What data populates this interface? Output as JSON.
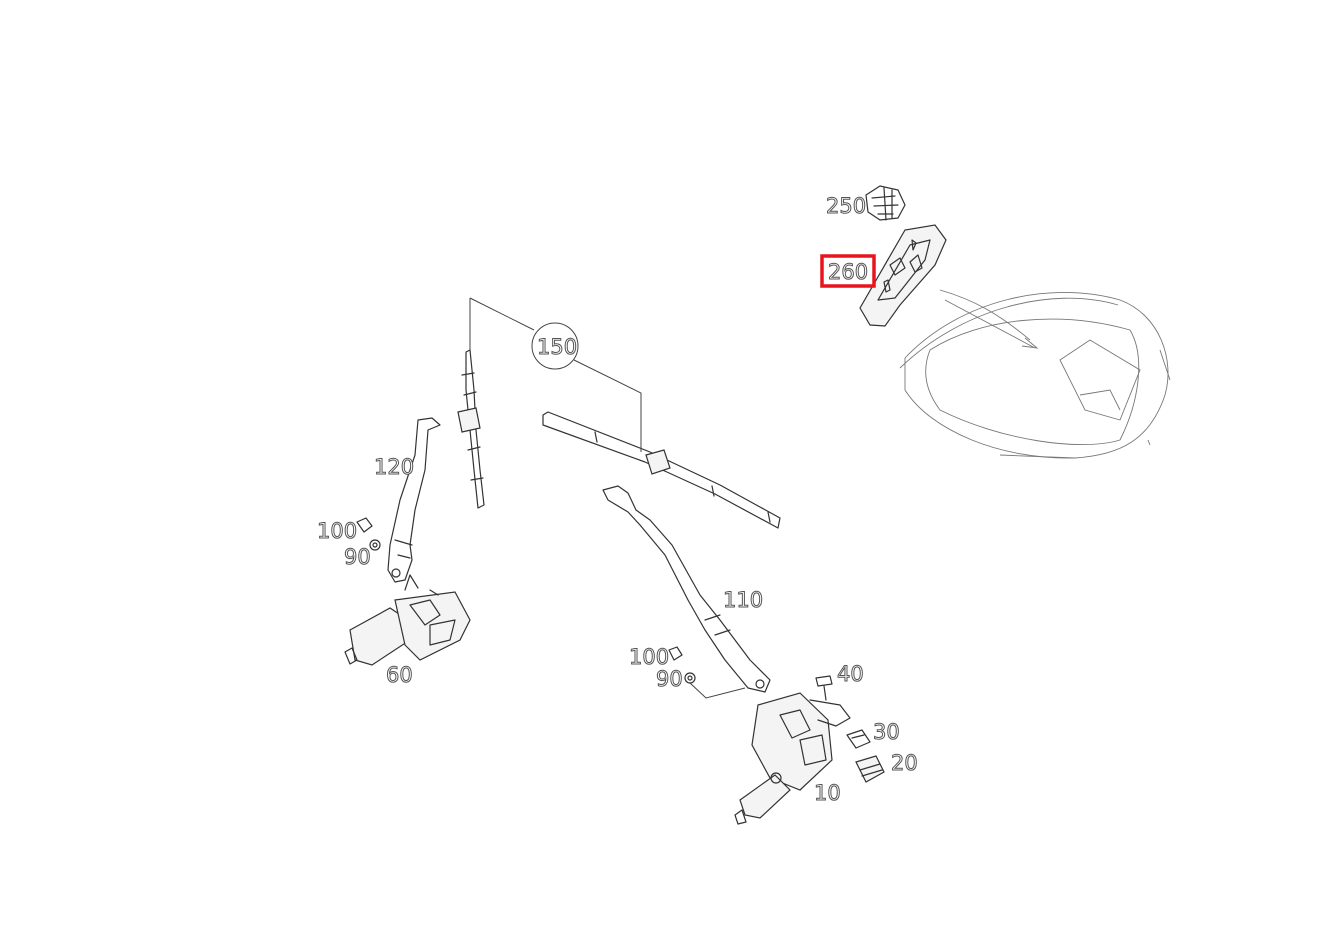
{
  "callouts": {
    "p10": "10",
    "p20": "20",
    "p30": "30",
    "p40": "40",
    "p60": "60",
    "p90_left": "90",
    "p90_right": "90",
    "p100_left": "100",
    "p100_right": "100",
    "p110": "110",
    "p120": "120",
    "p150": "150",
    "p250": "250",
    "p260": "260"
  },
  "selected_callout": "260",
  "colors": {
    "highlight": "#e8141c",
    "line": "#333333",
    "background": "#ffffff"
  }
}
